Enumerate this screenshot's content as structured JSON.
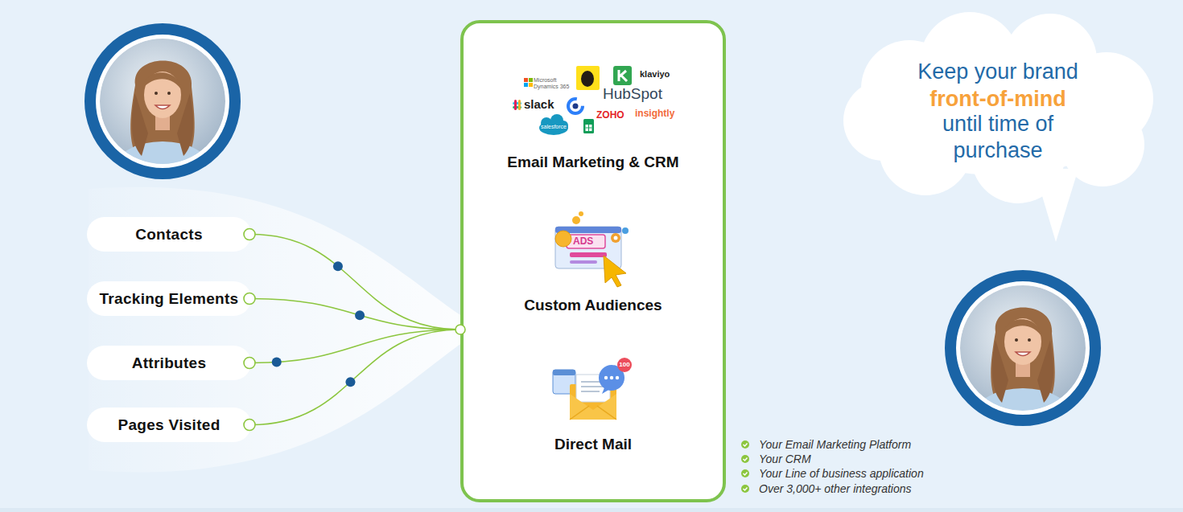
{
  "diagram": {
    "nodes": [
      {
        "text": [
          "Contacts"
        ]
      },
      {
        "text": [
          "Tracking Elements"
        ]
      },
      {
        "text": [
          "Attributes"
        ]
      },
      {
        "text": [
          "Pages Visited"
        ]
      },
      {
        "text": [
          "Email Marketing & CRM",
          "Custom Audiences",
          "Direct Mail"
        ]
      },
      {
        "text": [
          "Keep your brand",
          "front-of-mind",
          "until time of purchase"
        ]
      }
    ],
    "edges": [
      {
        "from": 0,
        "to": 4,
        "arrow": "none"
      },
      {
        "from": 1,
        "to": 4,
        "arrow": "none"
      },
      {
        "from": 2,
        "to": 4,
        "arrow": "none"
      },
      {
        "from": 3,
        "to": 4,
        "arrow": "none"
      }
    ],
    "labels": [
      "Microsoft Dynamics 365",
      "klaviyo",
      "slack",
      "HubSpot",
      "ZOHO",
      "insightly",
      "salesforce",
      "ADS",
      "100",
      "Your Email Marketing Platform",
      "Your CRM",
      "Your Line of business application",
      "Over 3,000+ other integrations"
    ]
  }
}
